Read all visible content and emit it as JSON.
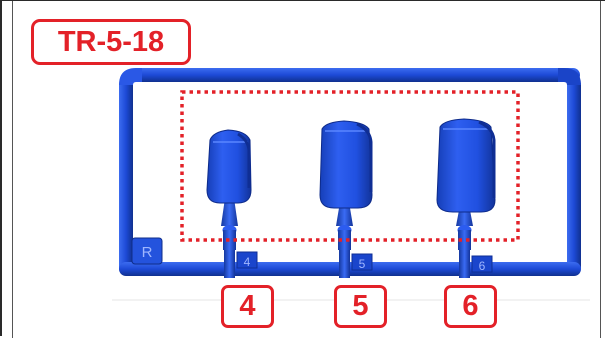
{
  "part_code": "TR-5-18",
  "sprue_marker": "R",
  "parts": [
    {
      "number": "4",
      "tag": "4"
    },
    {
      "number": "5",
      "tag": "5"
    },
    {
      "number": "6",
      "tag": "6"
    }
  ],
  "colors": {
    "sprue_blue": "#1f4fd8",
    "highlight_red": "#e32128"
  }
}
